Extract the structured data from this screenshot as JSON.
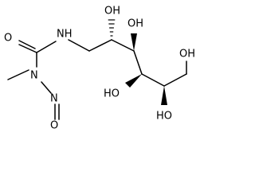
{
  "molecule": {
    "labels": {
      "carbonyl_o": "O",
      "amide_nh": "NH",
      "nitroso_n": "N",
      "nitroso_o": "O",
      "oh_c2": "OH",
      "oh_c3": "OH",
      "oh_c4": "HO",
      "oh_c5": "HO",
      "oh_c6": "OH"
    }
  }
}
